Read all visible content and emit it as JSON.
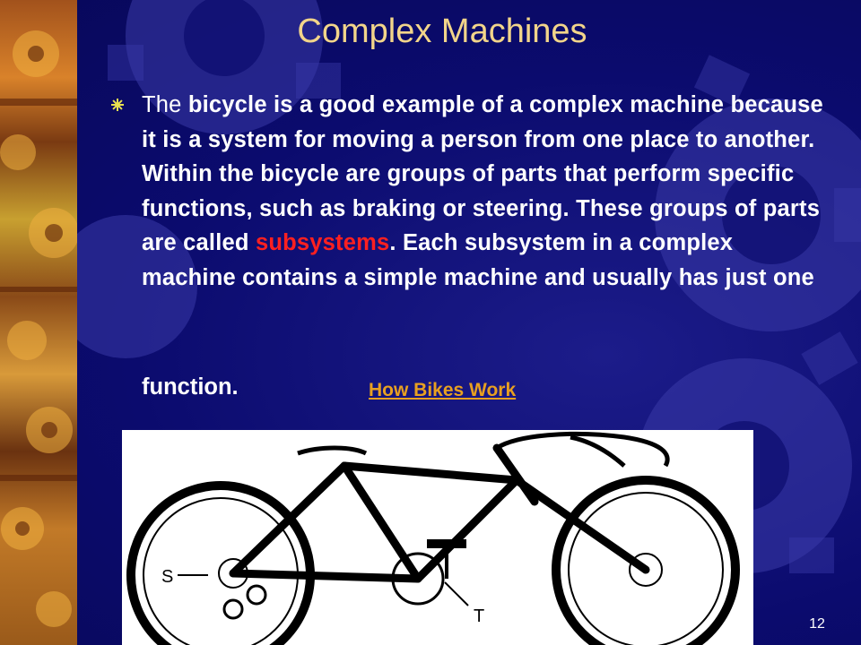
{
  "slide": {
    "title": "Complex Machines",
    "body": {
      "seg1": "The ",
      "seg2": "bicycle is a good example of a complex machine because it is a system for moving a person from one place to another. Within the bicycle are groups of parts that perform specific functions, such as braking or steering. These groups of parts are called ",
      "highlight": "subsystems",
      "seg3": ". Each subsystem in a complex machine contains a simple machine and usually has just one",
      "last": "function."
    },
    "link_text": "How Bikes Work",
    "figure_labels": {
      "s": "S",
      "t": "T"
    },
    "page_number": "12"
  },
  "colors": {
    "background": "#0b0b6e",
    "title": "#f2d58a",
    "highlight": "#ff2020",
    "link": "#e8a020"
  },
  "icons": {
    "bullet": "gear-bullet-icon"
  }
}
